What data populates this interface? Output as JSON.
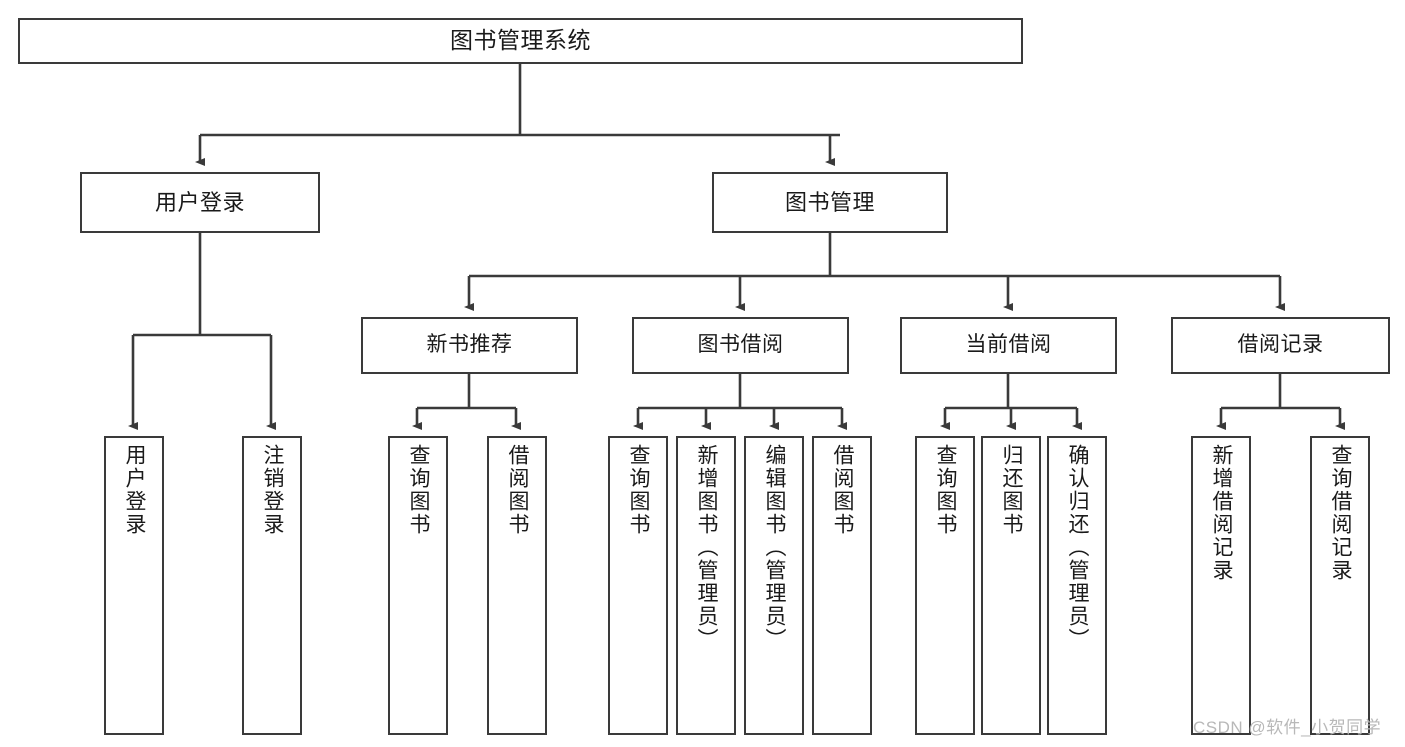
{
  "diagram": {
    "title": "图书管理系统",
    "type": "tree-hierarchy",
    "root": {
      "id": "root",
      "label": "图书管理系统"
    },
    "level1": [
      {
        "id": "user-login",
        "label": "用户登录"
      },
      {
        "id": "book-manage",
        "label": "图书管理"
      }
    ],
    "level2": [
      {
        "id": "new-book-rec",
        "label": "新书推荐",
        "parent": "book-manage"
      },
      {
        "id": "book-borrow",
        "label": "图书借阅",
        "parent": "book-manage"
      },
      {
        "id": "current-borrow",
        "label": "当前借阅",
        "parent": "book-manage"
      },
      {
        "id": "borrow-record",
        "label": "借阅记录",
        "parent": "book-manage"
      }
    ],
    "leaves": [
      {
        "id": "leaf-user-login",
        "label": "用户登录",
        "parent": "user-login"
      },
      {
        "id": "leaf-logout-login",
        "label": "注销登录",
        "parent": "user-login"
      },
      {
        "id": "leaf-query-book-1",
        "label": "查询图书",
        "parent": "new-book-rec"
      },
      {
        "id": "leaf-borrow-book-1",
        "label": "借阅图书",
        "parent": "new-book-rec"
      },
      {
        "id": "leaf-query-book-2",
        "label": "查询图书",
        "parent": "book-borrow"
      },
      {
        "id": "leaf-add-book",
        "label": "新增图书（管理员）",
        "parent": "book-borrow"
      },
      {
        "id": "leaf-edit-book",
        "label": "编辑图书（管理员）",
        "parent": "book-borrow"
      },
      {
        "id": "leaf-borrow-book-2",
        "label": "借阅图书",
        "parent": "book-borrow"
      },
      {
        "id": "leaf-query-book-3",
        "label": "查询图书",
        "parent": "current-borrow"
      },
      {
        "id": "leaf-return-book",
        "label": "归还图书",
        "parent": "current-borrow"
      },
      {
        "id": "leaf-confirm-return",
        "label": "确认归还（管理员）",
        "parent": "current-borrow"
      },
      {
        "id": "leaf-add-record",
        "label": "新增借阅记录",
        "parent": "borrow-record"
      },
      {
        "id": "leaf-query-record",
        "label": "查询借阅记录",
        "parent": "borrow-record"
      }
    ],
    "colors": {
      "stroke": "#3a3a3a",
      "box_fill": "#ffffff",
      "text": "#1a1a1a",
      "watermark": "#b8b8b8"
    }
  },
  "watermark": {
    "text": "CSDN @软件_小贺同学"
  }
}
